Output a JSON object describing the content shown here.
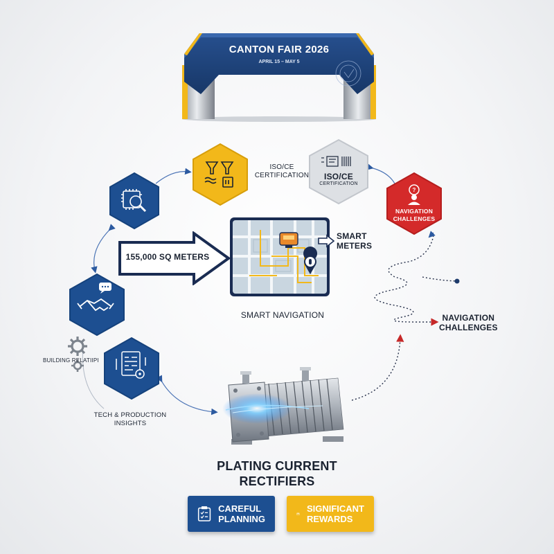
{
  "arch": {
    "title": "CANTON FAIR 2026",
    "dates": "APRIL 15 – MAY 5"
  },
  "hexes": {
    "iso_yellow_label": "ISO/CE\nCERTIFICATION",
    "iso_gray_label": "ISO/CE",
    "iso_gray_sublabel": "CERTIFICATION",
    "navigation_red_label": "NAVIGATION\nCHALLENGES"
  },
  "center": {
    "area_label": "155,000 SQ METERS",
    "smart_meters": "SMART\nMETERS",
    "smart_navigation": "SMART NAVIGATION"
  },
  "labels": {
    "navigation_challenges": "NAVIGATION\nCHALLENGES",
    "building_relationships": "BUILDING RELATIIPI",
    "tech_production": "TECH & PRODUCTION\nINSIGHTS"
  },
  "product": {
    "title": "PLATING CURRENT\nRECTIFIERS"
  },
  "buttons": {
    "careful_planning": "CAREFUL\nPLANNING",
    "significant_rewards": "SIGNIFICANT\nREWARDS"
  },
  "colors": {
    "blue": "#1d4f91",
    "yellow": "#f2b81a",
    "red": "#d42a2a",
    "gray": "#d6d8dc",
    "dark": "#1a2230"
  }
}
